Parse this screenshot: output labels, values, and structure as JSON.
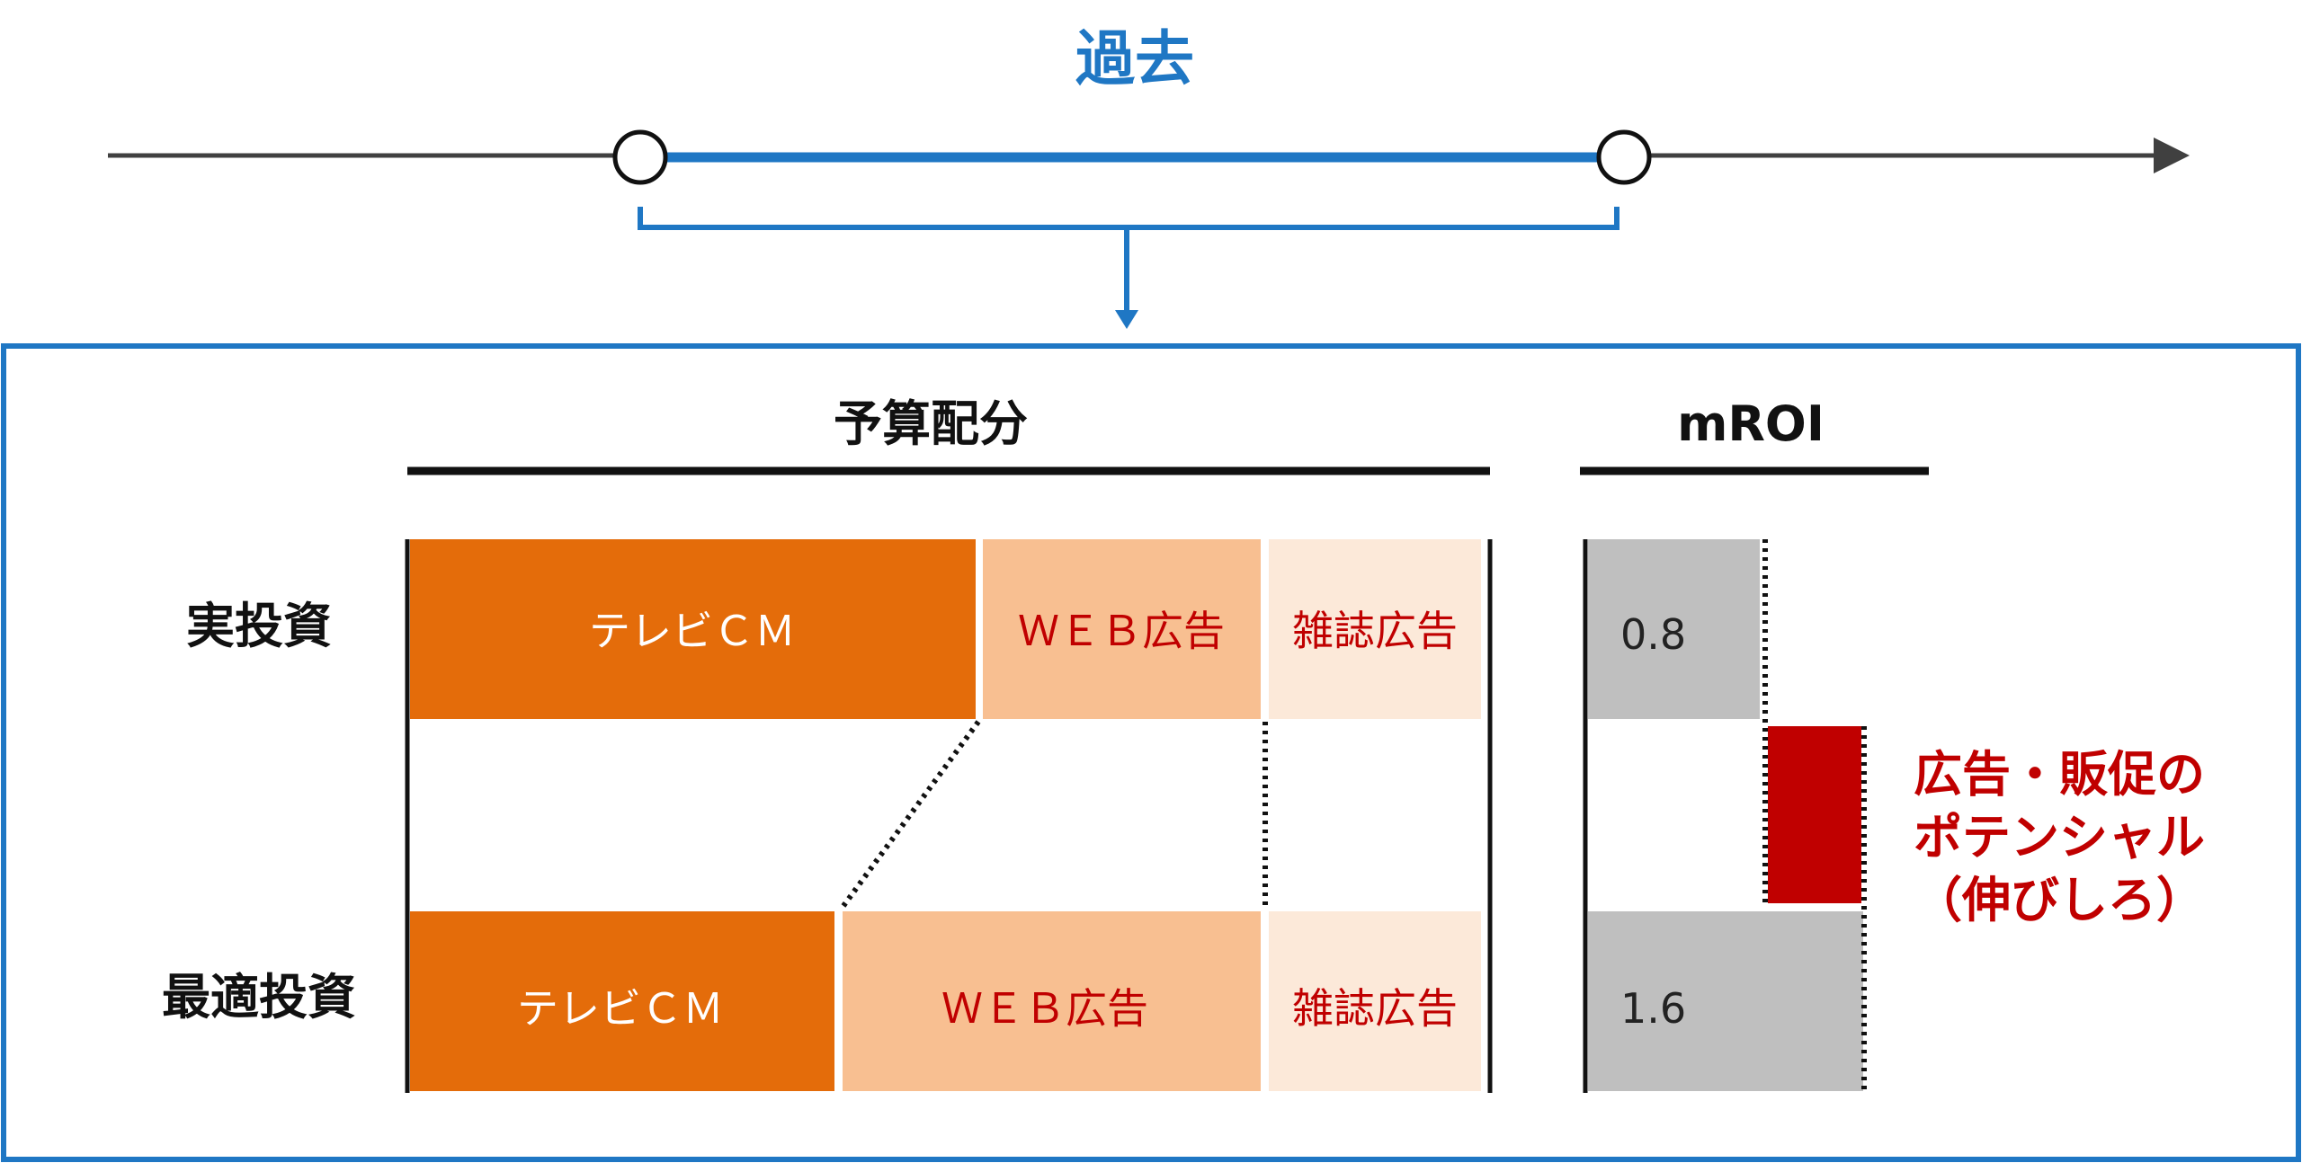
{
  "title": "過去",
  "panel": {
    "budget_header": "予算配分",
    "mroi_header": "mROI"
  },
  "rows": [
    {
      "label": "実投資",
      "segments": [
        {
          "label": "テレビＣＭ",
          "color": "#e46c0a",
          "text_color": "#ffffff"
        },
        {
          "label": "ＷＥＢ広告",
          "color": "#f8bf91",
          "text_color": "#c00000"
        },
        {
          "label": "雑誌広告",
          "color": "#fce9d9",
          "text_color": "#c00000"
        }
      ],
      "mroi": "0.8"
    },
    {
      "label": "最適投資",
      "segments": [
        {
          "label": "テレビＣＭ",
          "color": "#e46c0a",
          "text_color": "#ffffff"
        },
        {
          "label": "ＷＥＢ広告",
          "color": "#f8bf91",
          "text_color": "#c00000"
        },
        {
          "label": "雑誌広告",
          "color": "#fce9d9",
          "text_color": "#c00000"
        }
      ],
      "mroi": "1.6"
    }
  ],
  "potential": {
    "line1": "広告・販促の",
    "line2": "ポテンシャル",
    "line3": "（伸びしろ）"
  },
  "colors": {
    "accent_blue": "#1f77c4",
    "timeline": "#404040",
    "mroi_bar": "#bfbfbf",
    "potential_bar": "#c00000"
  }
}
